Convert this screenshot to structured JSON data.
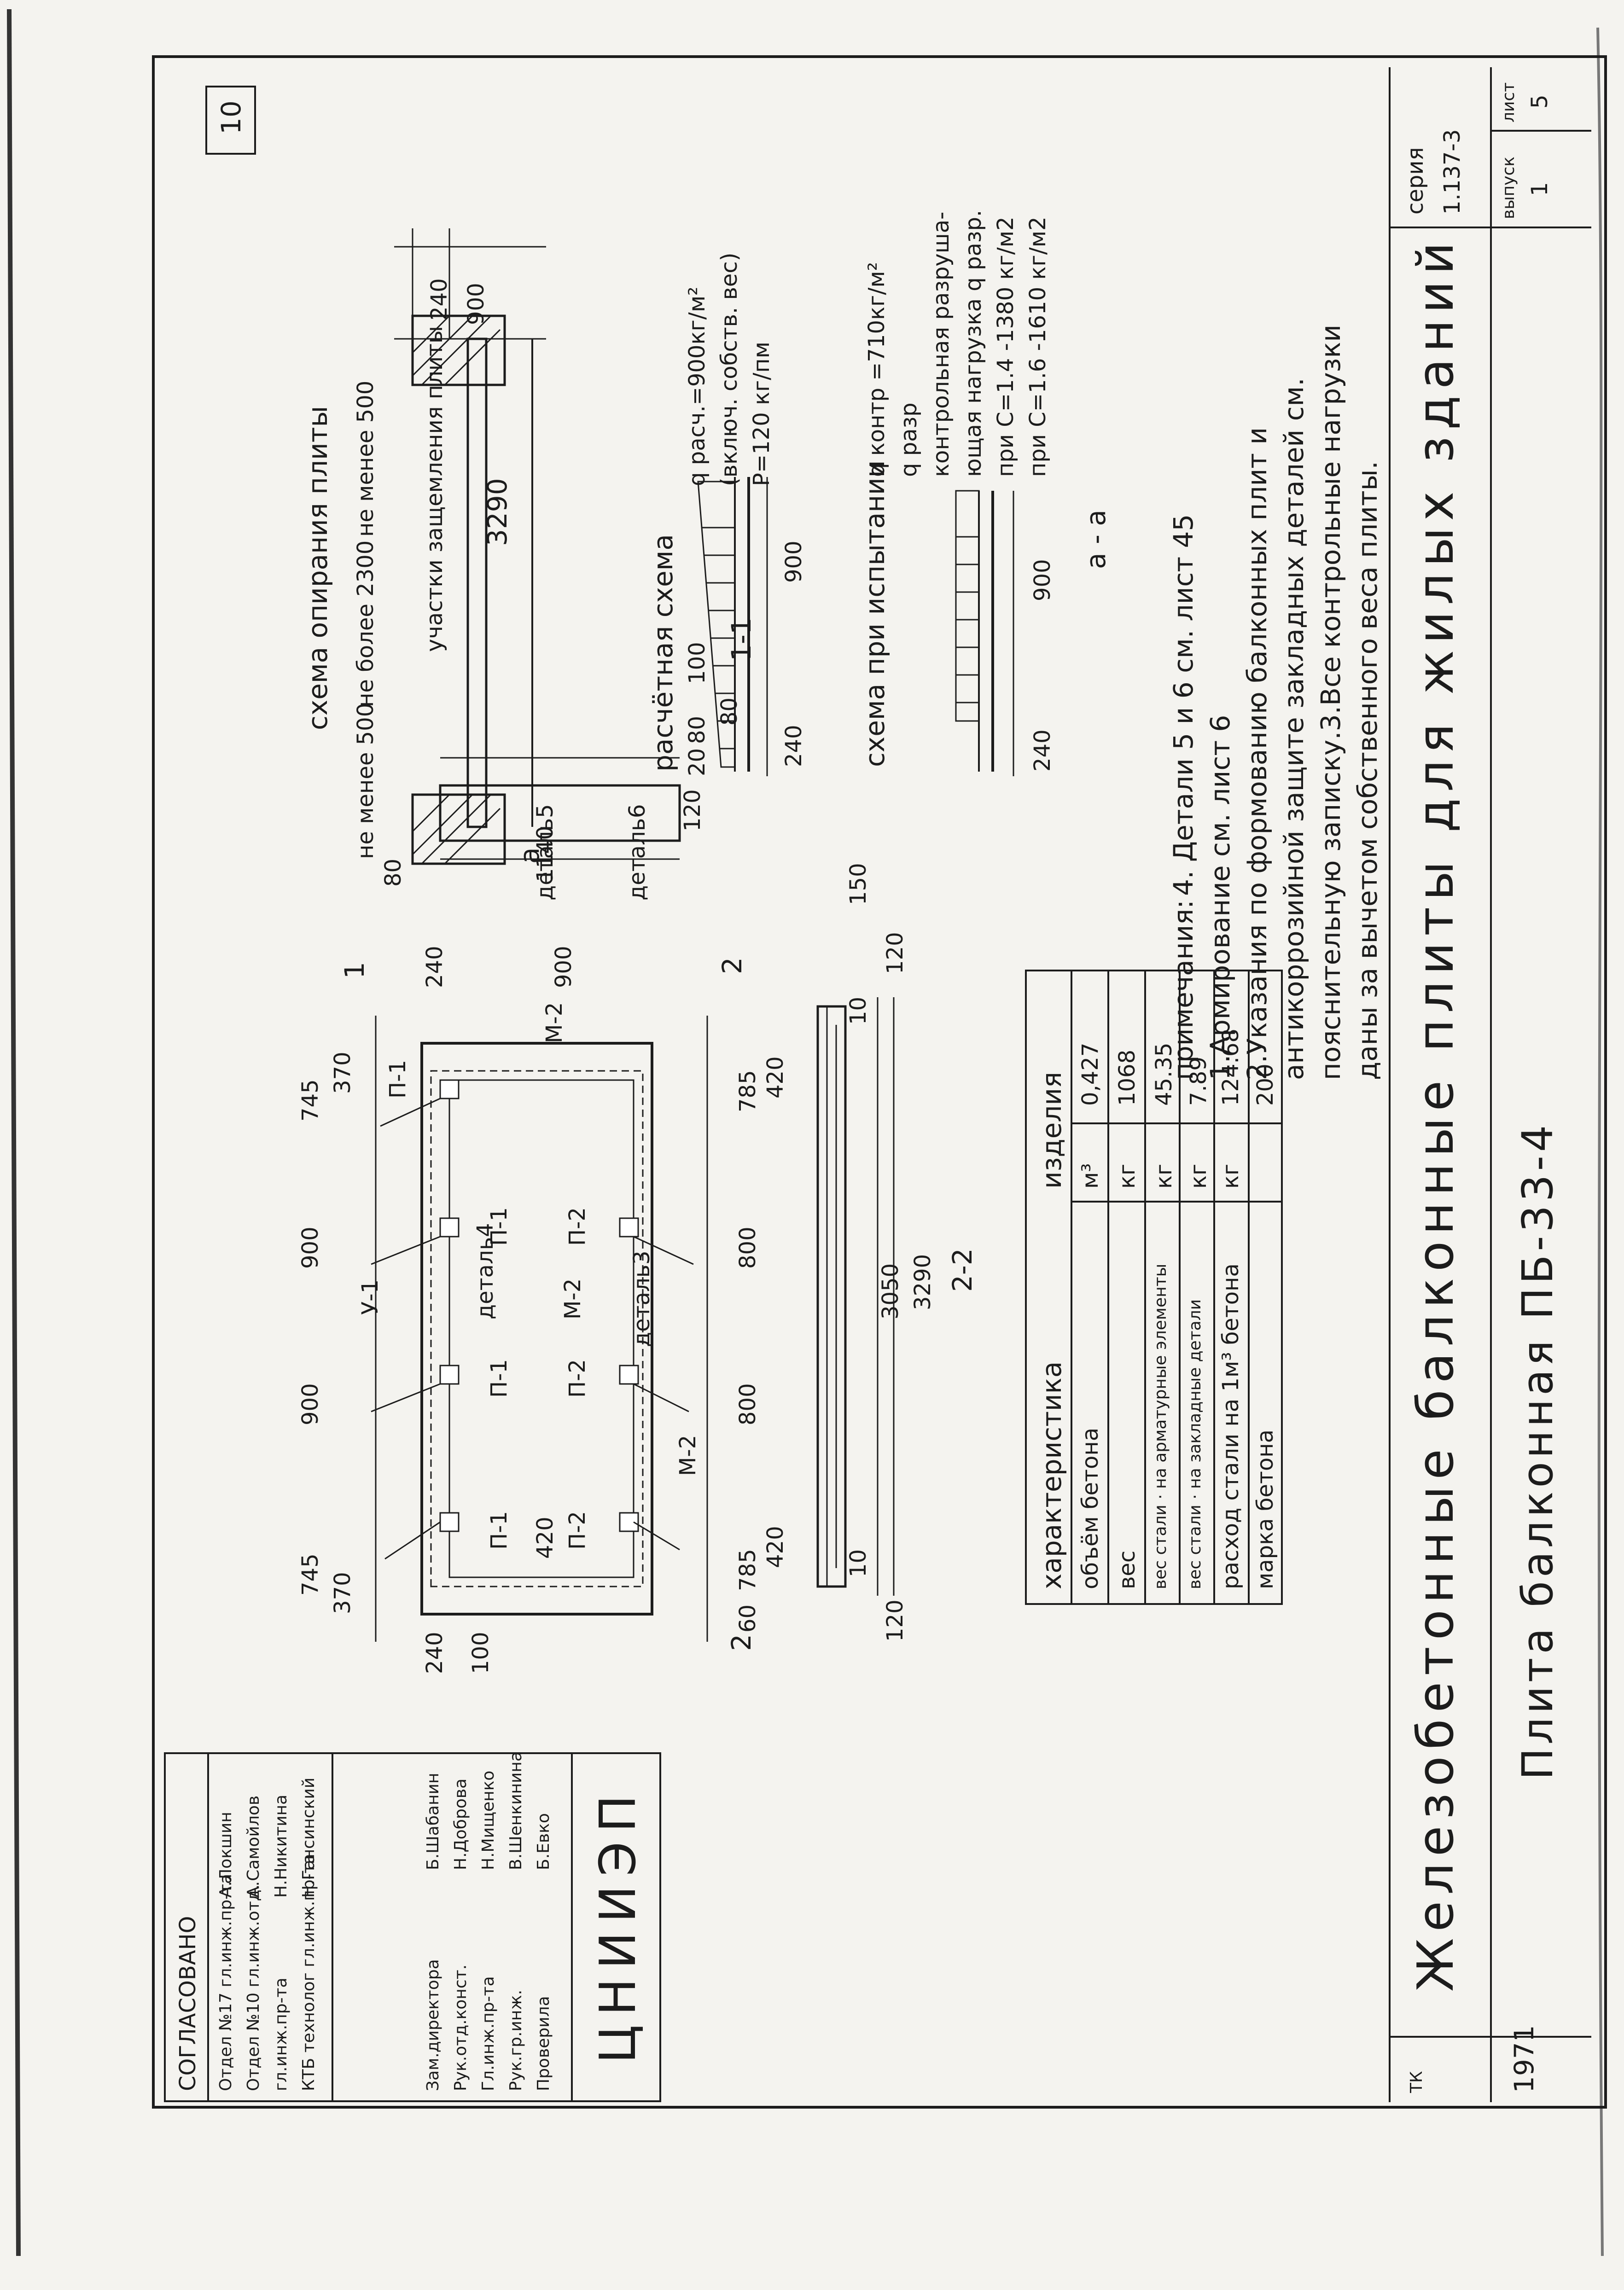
{
  "sheet_number": "10",
  "series": {
    "label": "серия",
    "value": "1.137-3"
  },
  "issue": {
    "label": "выпуск",
    "value": "1"
  },
  "sheet": {
    "label": "лист",
    "value": "5"
  },
  "organization": "ТК",
  "year": "1971",
  "title_main": "Железобетонные балконные плиты для жилых зданий",
  "title_sub": "Плита балконная ПБ-33-4",
  "stamp": "ЦНИИЭП",
  "approval": {
    "header": "СОГЛАСОВАНО",
    "rows": [
      {
        "role": "Отдел №17 гл.инж.пр-та",
        "name": "А.Локшин"
      },
      {
        "role": "Отдел №10 гл.инж.отд.",
        "name": "А.Самойлов"
      },
      {
        "role": "гл.инж.пр-та",
        "name": "Н.Никитина"
      },
      {
        "role": "КТБ технолог гл.инж.пр-та",
        "name": "Н.Гансинский"
      }
    ]
  },
  "signatures": {
    "rows": [
      {
        "role": "Зам.директора",
        "name": "Б.Шабанин"
      },
      {
        "role": "Рук.отд.конст.",
        "name": "Н.Доброва"
      },
      {
        "role": "Гл.инж.пр-та",
        "name": "Н.Мищенко"
      },
      {
        "role": "Рук.гр.инж.",
        "name": "В.Шенкинина"
      },
      {
        "role": "Проверила",
        "name": "Б.Евко"
      }
    ]
  },
  "scheme_support": {
    "title": "схема опирания плиты",
    "left_note": "не менее 500",
    "mid_note": "не более 2300",
    "right_note": "не менее 500",
    "zone_label": "участки защемления плиты",
    "span": "3290",
    "dim_240": "240",
    "dim_900": "900",
    "section_mark": "а"
  },
  "scheme_calc": {
    "title": "расчётная схема",
    "load": "q расч.=900кг/м²",
    "load_note": "(включ. собств. вес)",
    "p_load": "P=120 кг/пм",
    "dim_240": "240",
    "dim_900": "900"
  },
  "scheme_test": {
    "title": "схема при испытании",
    "q_control": "q контр =710кг/м²",
    "q_failure": "q разр",
    "note_1": "контрольная разруша-",
    "note_2": "ющая нагрузка q разр.",
    "note_3": "при С=1.4 -1380 кг/м2",
    "note_4": "при С=1.6 -1610 кг/м2",
    "dim_240": "240",
    "dim_900": "900",
    "section": "а - а"
  },
  "plan": {
    "dims_top": [
      "745",
      "900",
      "900",
      "745"
    ],
    "dims_bottom": [
      "785",
      "800",
      "800",
      "785"
    ],
    "dim_370_left": "370",
    "dim_370_right": "370",
    "dim_60": "60",
    "dim_420": "420",
    "dims_right": [
      "240",
      "900"
    ],
    "dims_left": [
      "240",
      "100"
    ],
    "labels": [
      "П-1",
      "П-1",
      "П-1",
      "П-1",
      "П-2",
      "П-2",
      "П-2",
      "М-2",
      "М-2",
      "М-2",
      "У-1"
    ],
    "details": [
      "деталь4",
      "деталь3",
      "деталь5",
      "деталь6"
    ],
    "cut_1": "1",
    "cut_2": "2"
  },
  "section_11": {
    "label": "1-1",
    "dims": [
      "80",
      "1140",
      "80",
      "120",
      "20",
      "80",
      "100"
    ]
  },
  "section_22": {
    "label": "2-2",
    "dims": [
      "3050",
      "3290",
      "420",
      "420",
      "120",
      "120",
      "10",
      "10",
      "150"
    ]
  },
  "spec_table": {
    "header_left": "характеристика",
    "header_right": "изделия",
    "rows": [
      {
        "name": "объём бетона",
        "unit": "м³",
        "value": "0,427"
      },
      {
        "name": "вес",
        "unit": "кг",
        "value": "1068"
      },
      {
        "name": "вес стали · на арматурные элементы",
        "unit": "кг",
        "value": "45.35"
      },
      {
        "name": "вес стали · на закладные детали",
        "unit": "кг",
        "value": "7.89"
      },
      {
        "name": "расход стали на 1м³ бетона",
        "unit": "кг",
        "value": "124.68"
      },
      {
        "name": "марка бетона",
        "unit": "",
        "value": "200"
      }
    ]
  },
  "notes": {
    "title": "примечания:",
    "lines": [
      "1.Армирование см. лист 6",
      "2.Указания по формованию балконных плит и",
      "антикоррозийной защите закладных деталей см.",
      "пояснительную записку.3.Все контрольные нагрузки",
      "даны за вычетом собственного веса плиты.",
      "4. Детали 5 и 6 см. лист 45"
    ]
  }
}
